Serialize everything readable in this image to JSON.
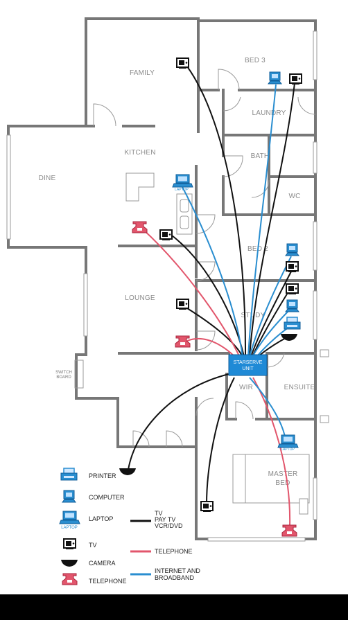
{
  "rooms": {
    "family": "FAMILY",
    "bed3": "BED 3",
    "laundry": "LAUNDRY",
    "kitchen": "KITCHEN",
    "dine": "DINE",
    "bath": "BATH",
    "wc": "WC",
    "bed2": "BED 2",
    "lounge": "LOUNGE",
    "study": "STUDY",
    "ensuite": "ENSUITE",
    "wir": "WIR",
    "master_bed_1": "MASTER",
    "master_bed_2": "BED",
    "switch_board_1": "SWITCH",
    "switch_board_2": "BOARD"
  },
  "unit": {
    "line1": "STARSERVE",
    "line2": "UNIT"
  },
  "device_labels": {
    "laptop": "LAPTOP"
  },
  "legend": {
    "printer": "PRINTER",
    "computer": "COMPUTER",
    "laptop": "LAPTOP",
    "tv": "TV",
    "camera": "CAMERA",
    "telephone": "TELEPHONE",
    "cable_tv_1": "TV",
    "cable_tv_2": "PAY TV",
    "cable_tv_3": "VCR/DVD",
    "cable_tel": "TELEPHONE",
    "cable_net_1": "INTERNET AND",
    "cable_net_2": "BROADBAND"
  },
  "colors": {
    "tv_cable": "#111111",
    "telephone_cable": "#e2566c",
    "internet_cable": "#2a8ed0",
    "unit": "#1f8ad6",
    "wall": "#777777"
  }
}
